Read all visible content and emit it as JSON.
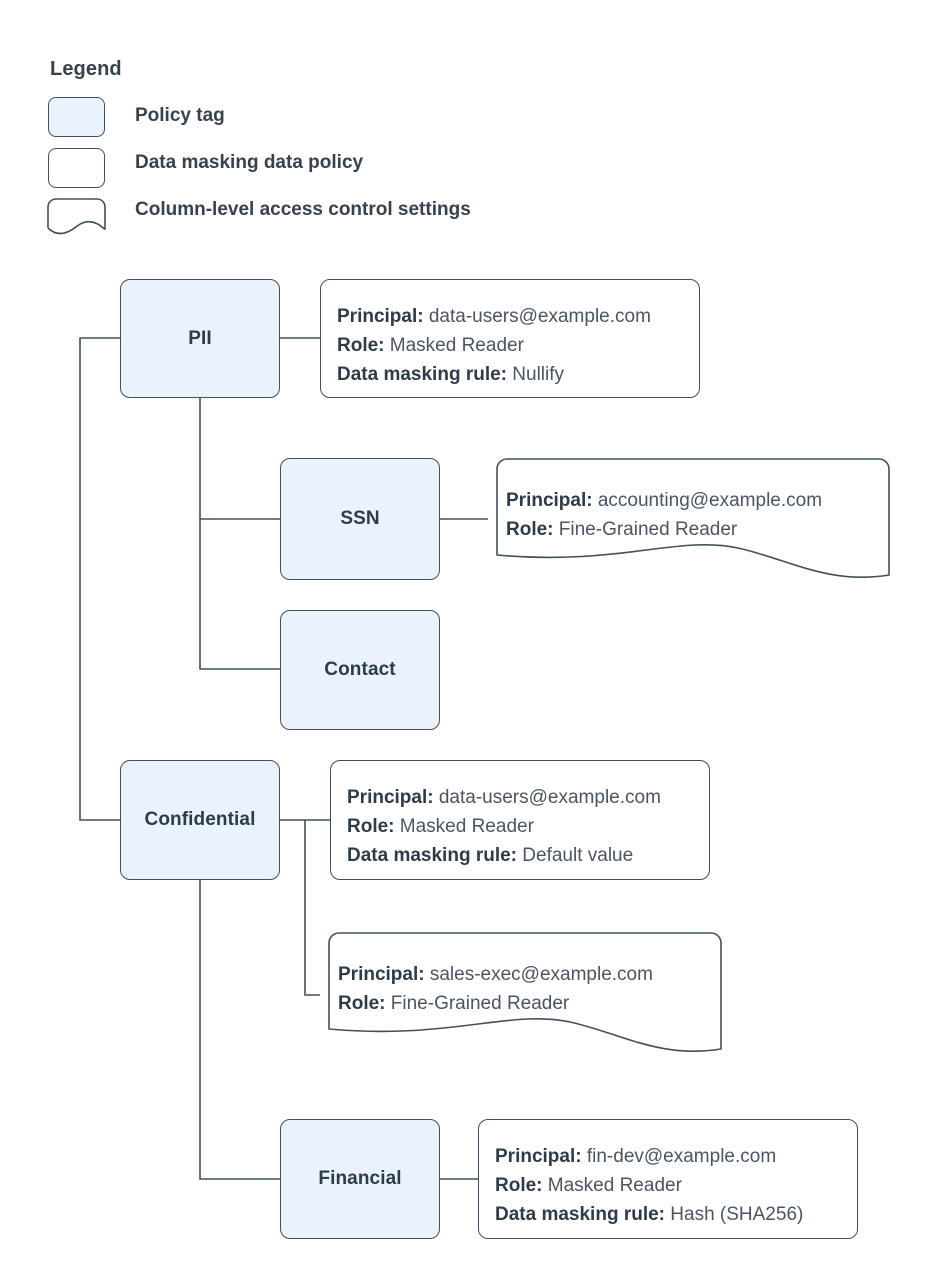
{
  "legend": {
    "title": "Legend",
    "items": [
      {
        "swatch": "policy-tag-swatch",
        "style": "filled",
        "label": "Policy tag"
      },
      {
        "swatch": "data-masking-swatch",
        "style": "plain",
        "label": "Data masking data policy"
      },
      {
        "swatch": "column-access-swatch",
        "style": "wavy",
        "label": "Column-level access control settings"
      }
    ]
  },
  "labels": {
    "principal": "Principal:",
    "role": "Role:",
    "masking_rule": "Data masking rule:"
  },
  "nodes": {
    "pii": "PII",
    "ssn": "SSN",
    "contact": "Contact",
    "confidential": "Confidential",
    "financial": "Financial"
  },
  "cards": {
    "pii_policy": {
      "principal": "data-users@example.com",
      "role": "Masked Reader",
      "masking_rule": "Nullify"
    },
    "ssn_access": {
      "principal": "accounting@example.com",
      "role": "Fine-Grained Reader"
    },
    "confidential_policy": {
      "principal": "data-users@example.com",
      "role": "Masked Reader",
      "masking_rule": "Default value"
    },
    "confidential_access": {
      "principal": "sales-exec@example.com",
      "role": "Fine-Grained Reader"
    },
    "financial_policy": {
      "principal": "fin-dev@example.com",
      "role": "Masked Reader",
      "masking_rule": "Hash (SHA256)"
    }
  },
  "colors": {
    "node_fill": "#eaf2fd",
    "stroke": "#40505e",
    "text": "#2e3b49",
    "body_text": "#4a5562",
    "background": "#ffffff"
  }
}
